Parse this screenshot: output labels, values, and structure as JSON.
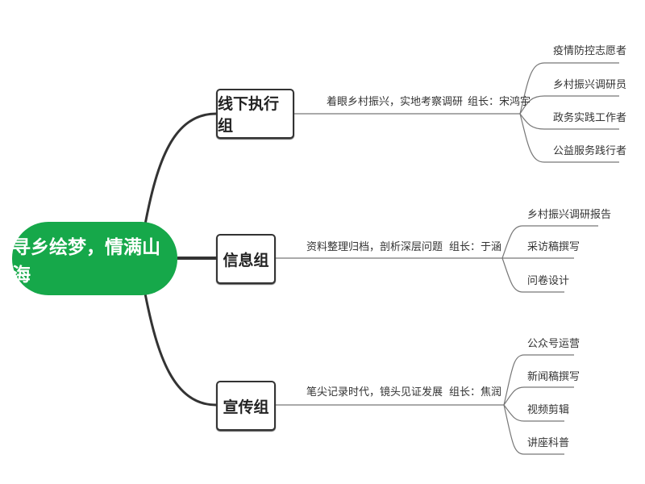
{
  "root": {
    "label": "寻乡绘梦，情满山海",
    "color": "#16a84a"
  },
  "branches": [
    {
      "label": "线下执行组",
      "slogan": "着眼乡村振兴，实地考察调研",
      "leader": "组长：宋鸿宇",
      "leaves": [
        "疫情防控志愿者",
        "乡村振兴调研员",
        "政务实践工作者",
        "公益服务践行者"
      ]
    },
    {
      "label": "信息组",
      "slogan": "资料整理归档，剖析深层问题",
      "leader": "组长：于涵",
      "leaves": [
        "乡村振兴调研报告",
        "采访稿撰写",
        "问卷设计"
      ]
    },
    {
      "label": "宣传组",
      "slogan": "笔尖记录时代，镜头见证发展",
      "leader": "组长：焦润",
      "leaves": [
        "公众号运营",
        "新闻稿撰写",
        "视频剪辑",
        "讲座科普"
      ]
    }
  ]
}
